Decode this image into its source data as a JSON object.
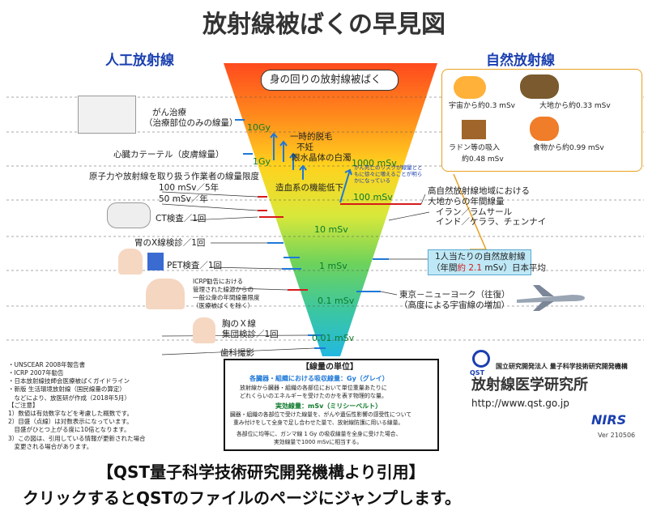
{
  "title": "放射線被ばくの早見図",
  "left_heading": "人工放射線",
  "right_heading": "自然放射線",
  "funnel": {
    "top_label": "身の回りの放射線被ばく",
    "doses": [
      "10Gy",
      "1Gy",
      "1000 mSv",
      "100 mSv",
      "10 mSv",
      "1 mSv",
      "0.1 mSv",
      "0.01 mSv"
    ],
    "effects": [
      "一時的脱毛",
      "不妊",
      "眼水晶体の白濁",
      "造血系の機能低下"
    ],
    "cancer_note": "がん死亡のリスクが線量とともに徐々に増えることが明らかになっている"
  },
  "left_items": {
    "cancer_treatment": "がん治療",
    "cancer_treatment_sub": "（治療部位のみの線量）",
    "cardiac": "心臓カテーテル（皮膚線量）",
    "worker": "原子力や放射線を取り扱う作業者の線量限度",
    "worker_5y": "100 mSv／5年",
    "worker_1y": "50 mSv／年",
    "ct": "CT検査／1回",
    "stomach": "胃のX線検診／1回",
    "pet": "PET検査／1回",
    "icrp1": "ICRP勧告における",
    "icrp2": "管理された線源からの",
    "icrp3": "一般公衆の年間線量限度",
    "icrp4": "（医療被ばくを除く）",
    "chest1": "胸のＸ線",
    "chest2": "集団検診／1回",
    "dental": "歯科撮影"
  },
  "right_items": {
    "space": "宇宙から約0.3 mSv",
    "earth": "大地から約0.33 mSv",
    "radon": "ラドン等の吸入",
    "radon_val": "約0.48 mSv",
    "food": "食物から約0.99 mSv",
    "high_area1": "高自然放射線地域における",
    "high_area2": "大地からの年間線量",
    "iran": "イラン／ラムサール",
    "india": "インド／ケララ、チェンナイ",
    "avg1": "1人当たりの自然放射線",
    "avg2_a": "（年間",
    "avg2_b": "約 2.1",
    "avg2_c": " mSv）日本平均",
    "flight1": "東京－ニューヨーク（往復）",
    "flight2": "（高度による宇宙線の増加）"
  },
  "refs": [
    "・UNSCEAR 2008年報告書",
    "・ICRP 2007年勧告",
    "・日本放射線技師会医療被ばくガイドライン",
    "・新版 生活環境放射線（国民線量の算定）",
    "　などにより、放医研が作成（2018年5月）"
  ],
  "notes": [
    "【ご注意】",
    "1）数値は有効数字などを考慮した概数です。",
    "2）目盛（点線）は対数表示になっています。",
    "　目盛がひとつ上がる度に10倍となります。",
    "3）この図は、引用している情報が更新された場合",
    "　変更される場合があります。"
  ],
  "unit_box": {
    "title": "【線量の単位】",
    "absorbed_head": "各臓器・組織における吸収線量：Gy（グレイ）",
    "absorbed_1": "放射線から臓器・組織の各部位において単位重量あたりに",
    "absorbed_2": "どれくらいのエネルギーを受けたのかを表す物理的な量。",
    "effective_head": "実効線量：mSv（ミリシーベルト）",
    "effective_1": "臓器・組織の各部位で受けた線量を、がんや遺伝性影響の感受性について",
    "effective_2": "重み付けをして全身で足し合わせた量で、放射線防護に用いる線量。",
    "example_1": "各部位に均等に、ガンマ線 1 Gy の吸収線量を全身に受けた場合、",
    "example_2": "実効線量で1000 mSvに相当する。"
  },
  "org": {
    "logo_text": "QST",
    "org_small": "国立研究開発法人 量子科学技術研究開発機構",
    "org_name": "放射線医学研究所",
    "url": "http://www.qst.go.jp",
    "nirs": "NIRS",
    "version": "Ver 210506"
  },
  "footer": {
    "line1": "【QST量子科学技術研究開発機構より引用】",
    "line2": "クリックするとQSTのファイルのページにジャンプします。"
  },
  "colors": {
    "heading_blue": "#1a3fb0",
    "dose_green": "#0e7a2a",
    "marker_red": "#d71a1a",
    "marker_blue": "#1e78d7"
  }
}
